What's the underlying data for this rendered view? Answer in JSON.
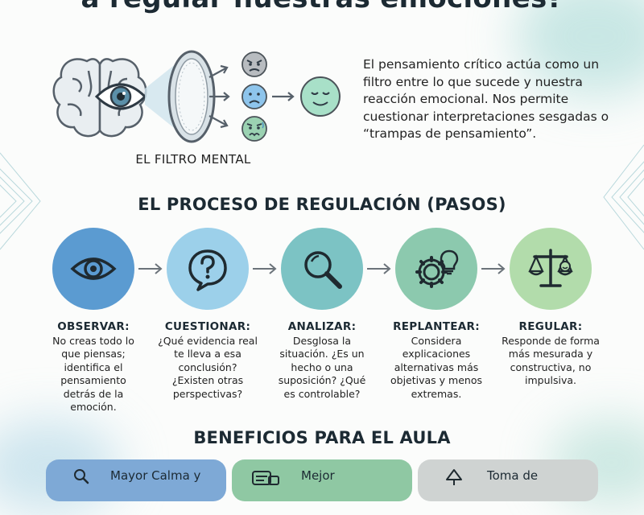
{
  "title": {
    "text": "a regular nuestras emociones?"
  },
  "filter": {
    "label": "EL FILTRO MENTAL",
    "description": "El pensamiento crítico actúa como un filtro entre lo que sucede y nuestra reacción emocional. Nos permite cuestionar interpretaciones sesgadas o “trampas de pensamiento”.",
    "icons": [
      "brain-icon",
      "eye-icon",
      "filter-lens-icon",
      "angry-face-icon",
      "sad-face-icon",
      "anxious-face-icon",
      "calm-face-icon"
    ]
  },
  "process": {
    "heading": "EL PROCESO DE REGULACIÓN (PASOS)",
    "steps": [
      {
        "title": "OBSERVAR:",
        "desc": "No creas todo lo que piensas; identifica el pensamiento detrás de la emoción.",
        "icon": "eye-icon",
        "color": "#5b9bd1"
      },
      {
        "title": "CUESTIONAR:",
        "desc": "¿Qué evidencia real te lleva a esa conclusión? ¿Existen otras perspectivas?",
        "icon": "question-bubble-icon",
        "color": "#9cd0ea"
      },
      {
        "title": "ANALIZAR:",
        "desc": "Desglosa la situación. ¿Es un hecho o una suposición? ¿Qué es controlable?",
        "icon": "magnifier-icon",
        "color": "#7cc3c4"
      },
      {
        "title": "REPLANTEAR:",
        "desc": "Considera explicaciones alternativas más objetivas y menos extremas.",
        "icon": "gear-bulb-icon",
        "color": "#8cc9ae"
      },
      {
        "title": "REGULAR:",
        "desc": "Responde de forma más mesurada y constructiva, no impulsiva.",
        "icon": "balance-scale-icon",
        "color": "#b2dcab"
      }
    ]
  },
  "benefits": {
    "heading": "BENEFICIOS PARA EL AULA",
    "items": [
      {
        "label": "Mayor Calma y",
        "icon": "search-icon",
        "color": "#7ea9d6"
      },
      {
        "label": "Mejor",
        "icon": "chat-icon",
        "color": "#8fc8a3"
      },
      {
        "label": "Toma de",
        "icon": "decision-icon",
        "color": "#cfd3d2"
      }
    ]
  }
}
